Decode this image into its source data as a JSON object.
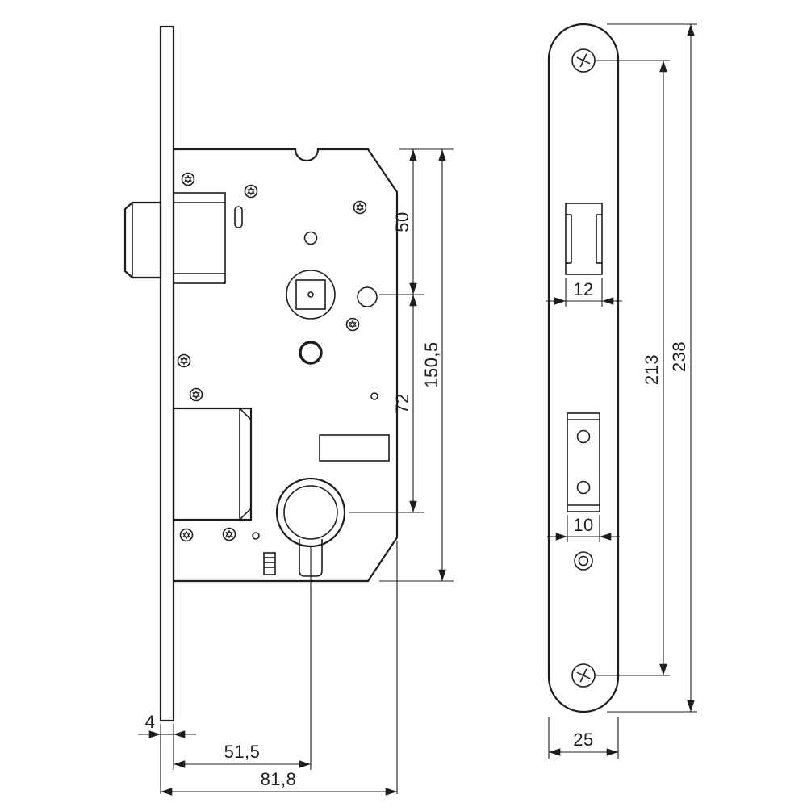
{
  "drawing": {
    "colors": {
      "line": "#1d1d1b",
      "background": "#ffffff"
    },
    "dimensions": {
      "case_top_to_follower": "50",
      "follower_to_cylinder": "72",
      "case_height": "150,5",
      "faceplate_thickness": "4",
      "backset": "51,5",
      "case_depth": "81,8",
      "latch_cutout_width": "12",
      "bolt_cutout_width": "10",
      "screw_center_distance": "213",
      "faceplate_length": "238",
      "faceplate_width": "25"
    }
  }
}
